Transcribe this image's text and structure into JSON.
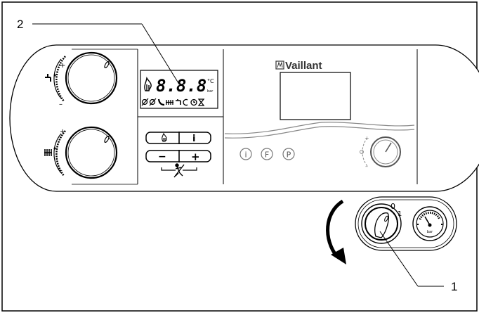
{
  "callouts": {
    "label_1": "1",
    "label_2": "2"
  },
  "brand": {
    "name": "Vaillant"
  },
  "display": {
    "digits": "8.8.8",
    "unit_top": "°C",
    "unit_bottom": "bar"
  },
  "buttons": {
    "plus_label": "+",
    "minus_label": "−",
    "info_label": "i"
  },
  "round_buttons": {
    "info": "i",
    "function": "F",
    "program": "P"
  },
  "knob_scale": {
    "plus": "+",
    "minus": "–"
  },
  "main_switch": {
    "off_label": "0",
    "on_label": "1"
  },
  "pressure_gauge": {
    "unit": "bar"
  }
}
